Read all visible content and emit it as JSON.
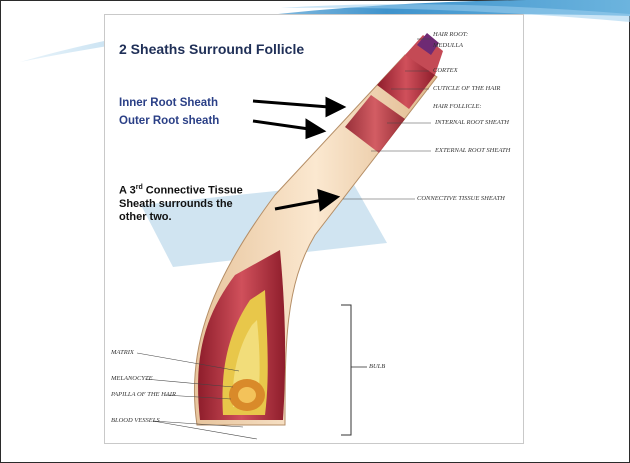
{
  "slide": {
    "title": "2 Sheaths Surround Follicle",
    "inner_label": "Inner Root Sheath",
    "outer_label": "Outer Root sheath",
    "connective_note": {
      "line1_a": "A 3",
      "line1_sup": "rd",
      "line1_b": " Connective Tissue",
      "line2": "Sheath surrounds the",
      "line3": "other two."
    }
  },
  "figure_labels": {
    "hair_root": "HAIR ROOT:",
    "medulla": "MEDULLA",
    "cortex": "CORTEX",
    "cuticle": "CUTICLE OF THE HAIR",
    "hair_follicle": "HAIR FOLLICLE:",
    "internal_root": "INTERNAL ROOT SHEATH",
    "external_root": "EXTERNAL ROOT SHEATH",
    "connective": "CONNECTIVE TISSUE SHEATH",
    "matrix": "MATRIX",
    "melanocyte": "MELANOCYTE",
    "papilla": "PAPILLA OF THE HAIR",
    "blood_vessels": "BLOOD VESSELS",
    "bulb": "BULB"
  },
  "colors": {
    "title": "#1f2f57",
    "blue_label": "#2a3f86",
    "swoosh": "#5aa6d6",
    "flesh": "#f3d8b6",
    "muscle_red": "#b8323f"
  }
}
